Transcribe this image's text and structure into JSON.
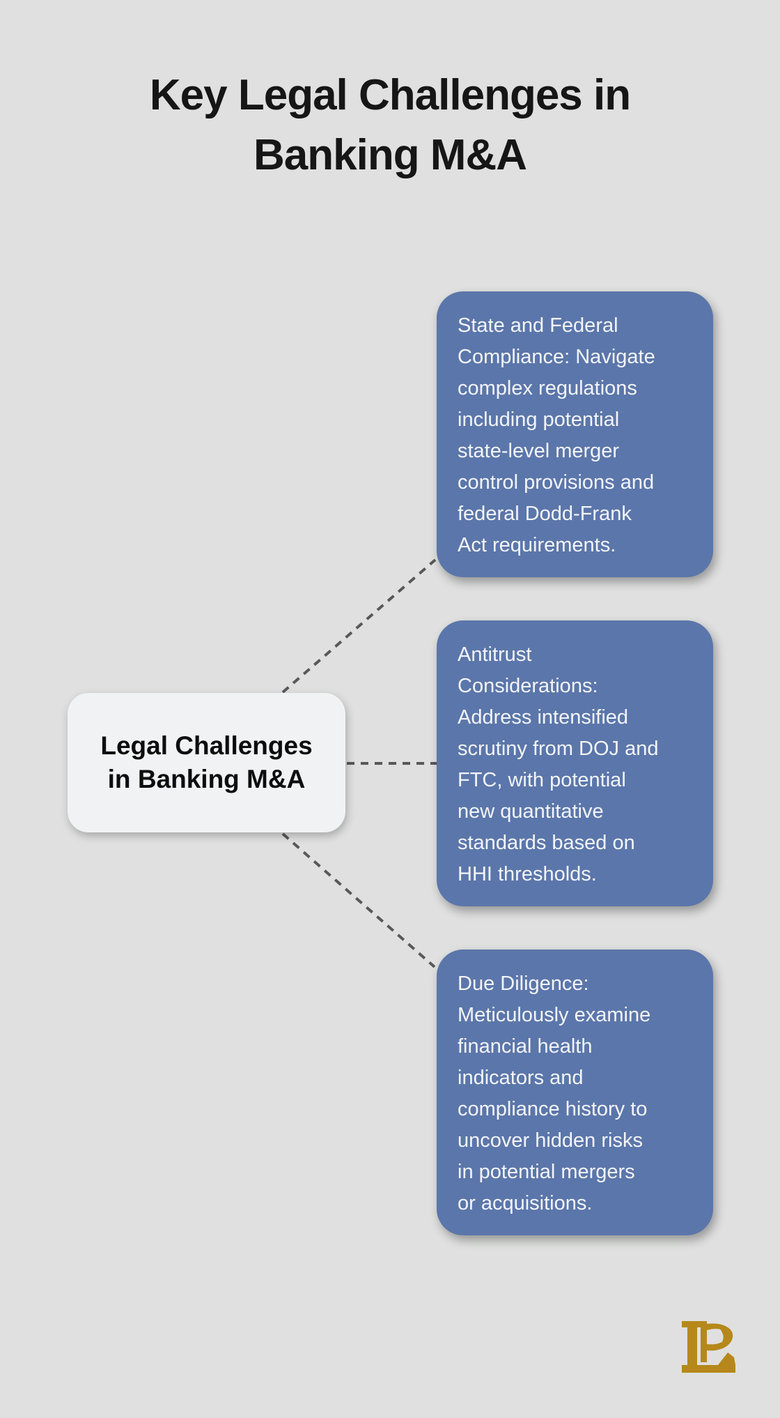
{
  "header": {
    "title": "Key Legal Challenges in\nBanking M&A"
  },
  "diagram": {
    "center_node": {
      "label": "Legal Challenges\nin Banking M&A"
    },
    "branches": [
      {
        "id": "state-federal-compliance",
        "text": "State and Federal\nCompliance: Navigate\ncomplex regulations\nincluding potential\nstate-level merger\ncontrol provisions and\nfederal Dodd-Frank\nAct requirements."
      },
      {
        "id": "antitrust-considerations",
        "text": "Antitrust\nConsiderations:\nAddress intensified\nscrutiny from DOJ and\nFTC, with potential\nnew quantitative\nstandards based on\nHHI thresholds."
      },
      {
        "id": "due-diligence",
        "text": "Due Diligence:\nMeticulously examine\nfinancial health\nindicators and\ncompliance history to\nuncover hidden risks\nin potential mergers\nor acquisitions."
      }
    ]
  },
  "branding": {
    "logo_icon": "lp-monogram-icon",
    "logo_color": "#b6881b"
  },
  "colors": {
    "background": "#dfe0df",
    "branch_fill": "#5b76aa",
    "branch_text": "#f3f5f9",
    "center_node_fill": "#f1f2f3",
    "center_node_text": "#0d0d0d",
    "title_text": "#161616",
    "connector": "#58585a"
  }
}
